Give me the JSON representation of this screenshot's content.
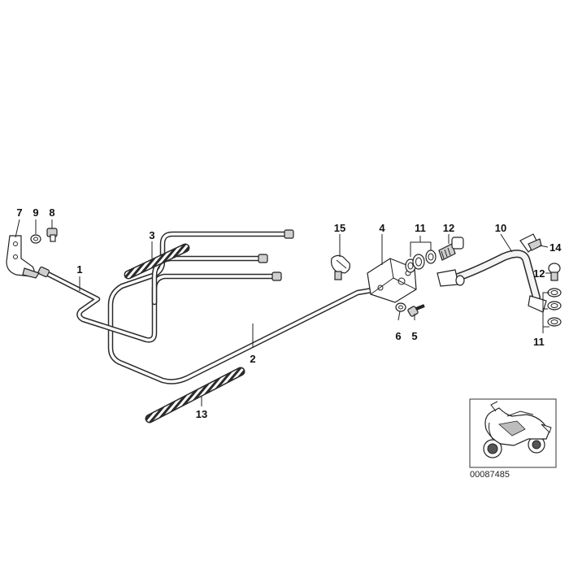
{
  "callouts": {
    "c1": "1",
    "c2": "2",
    "c3": "3",
    "c4": "4",
    "c5": "5",
    "c6": "6",
    "c7": "7",
    "c8": "8",
    "c9": "9",
    "c10": "10",
    "c11a": "11",
    "c11b": "11",
    "c12a": "12",
    "c12b": "12",
    "c13": "13",
    "c14": "14",
    "c15": "15"
  },
  "reference_number": "00087485"
}
